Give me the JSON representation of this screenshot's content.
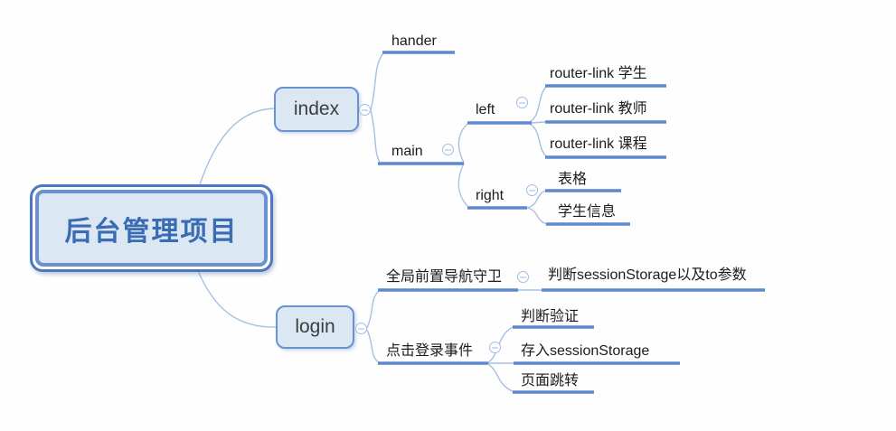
{
  "tree": {
    "root": "后台管理项目",
    "branches": [
      {
        "label": "index",
        "children": [
          {
            "label": "hander"
          },
          {
            "label": "main",
            "children": [
              {
                "label": "left",
                "children": [
                  {
                    "label": "router-link 学生"
                  },
                  {
                    "label": "router-link 教师"
                  },
                  {
                    "label": "router-link 课程"
                  }
                ]
              },
              {
                "label": "right",
                "children": [
                  {
                    "label": "表格"
                  },
                  {
                    "label": "学生信息"
                  }
                ]
              }
            ]
          }
        ]
      },
      {
        "label": "login",
        "children": [
          {
            "label": "全局前置导航守卫",
            "children": [
              {
                "label": "判断sessionStorage以及to参数"
              }
            ]
          },
          {
            "label": "点击登录事件",
            "children": [
              {
                "label": "判断验证"
              },
              {
                "label": "存入sessionStorage"
              },
              {
                "label": "页面跳转"
              }
            ]
          }
        ]
      }
    ]
  },
  "colors": {
    "branch_line": "#5d89cf",
    "curve_line": "#a6c0e3",
    "node_fill": "#dce7f4",
    "node_border": "#6a92d0",
    "root_border_outer": "#4b78c1",
    "root_text": "#3a6cb3",
    "label_text": "#1c1c1c",
    "collapse_stroke": "#a3bce0"
  }
}
